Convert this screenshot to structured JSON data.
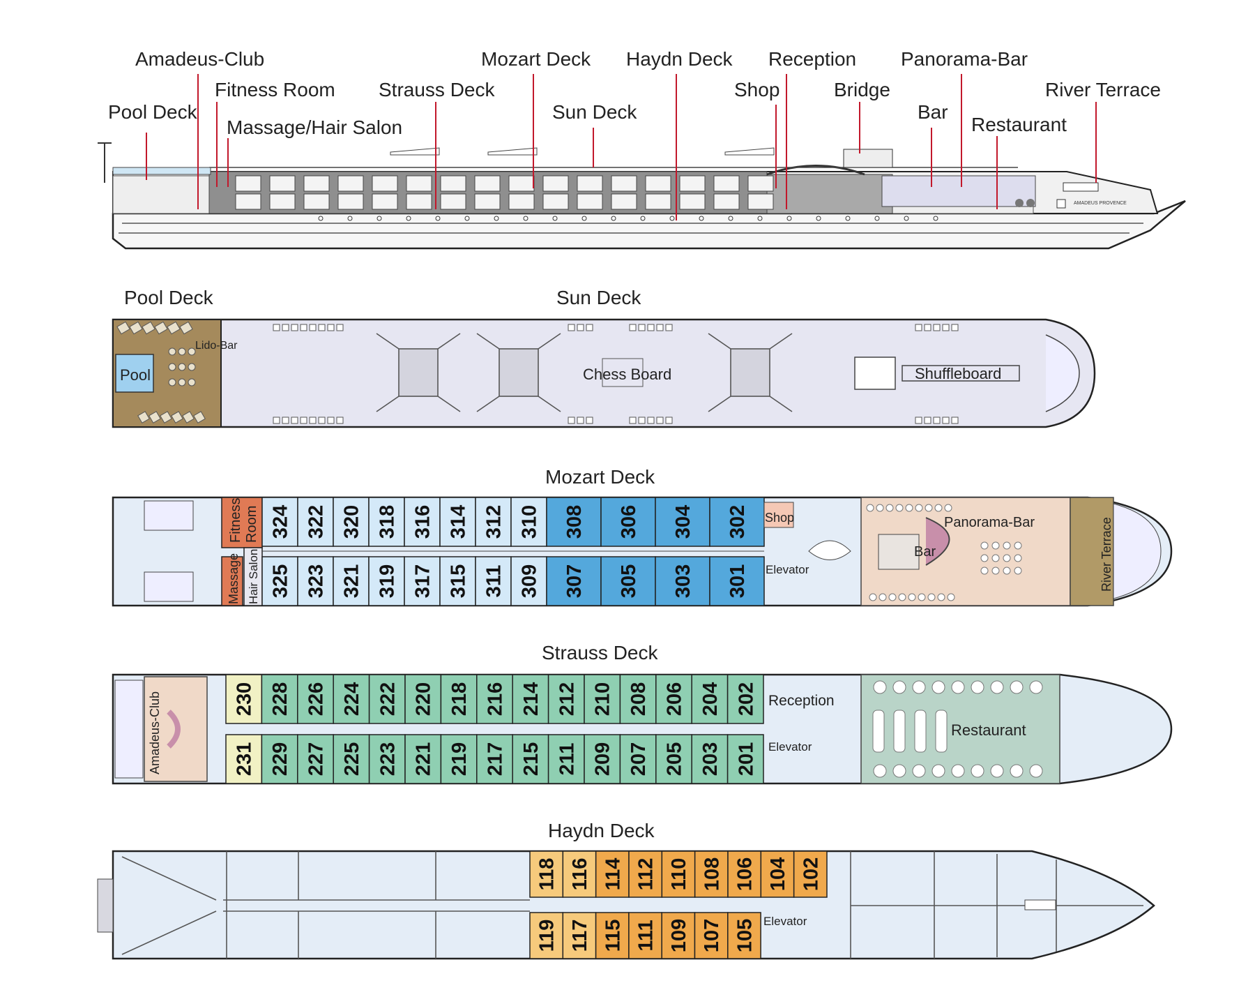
{
  "profile_labels": {
    "pool_deck": "Pool Deck",
    "amadeus_club": "Amadeus-Club",
    "fitness_room": "Fitness Room",
    "massage_hair_salon": "Massage/Hair Salon",
    "strauss_deck": "Strauss Deck",
    "mozart_deck": "Mozart Deck",
    "sun_deck": "Sun Deck",
    "haydn_deck": "Haydn Deck",
    "shop": "Shop",
    "reception": "Reception",
    "bridge": "Bridge",
    "bar": "Bar",
    "panorama_bar": "Panorama-Bar",
    "restaurant": "Restaurant",
    "river_terrace": "River Terrace"
  },
  "ship_name": "AMADEUS PROVENCE",
  "sun_deck": {
    "title_pool": "Pool Deck",
    "title_sun": "Sun Deck",
    "pool": "Pool",
    "lido_bar": "Lido-Bar",
    "chess_board": "Chess Board",
    "shuffleboard": "Shuffleboard"
  },
  "mozart_deck": {
    "title": "Mozart Deck",
    "fitness": "Fitness",
    "room": "Room",
    "massage": "Massage",
    "hair_salon": "Hair Salon",
    "shop": "Shop",
    "elevator": "Elevator",
    "panorama_bar": "Panorama-Bar",
    "bar": "Bar",
    "river_terrace": "River Terrace",
    "cabins_top": [
      "324",
      "322",
      "320",
      "318",
      "316",
      "314",
      "312",
      "310",
      "308",
      "306",
      "304",
      "302"
    ],
    "cabins_bottom": [
      "325",
      "323",
      "321",
      "319",
      "317",
      "315",
      "311",
      "309",
      "307",
      "305",
      "303",
      "301"
    ]
  },
  "strauss_deck": {
    "title": "Strauss Deck",
    "amadeus_club": "Amadeus-Club",
    "reception": "Reception",
    "elevator": "Elevator",
    "restaurant": "Restaurant",
    "cabins_top": [
      "230",
      "228",
      "226",
      "224",
      "222",
      "220",
      "218",
      "216",
      "214",
      "212",
      "210",
      "208",
      "206",
      "204",
      "202"
    ],
    "cabins_bottom": [
      "231",
      "229",
      "227",
      "225",
      "223",
      "221",
      "219",
      "217",
      "215",
      "211",
      "209",
      "207",
      "205",
      "203",
      "201"
    ]
  },
  "haydn_deck": {
    "title": "Haydn Deck",
    "elevator": "Elevator",
    "cabins_top": [
      "118",
      "116",
      "114",
      "112",
      "110",
      "108",
      "106",
      "104",
      "102"
    ],
    "cabins_bottom": [
      "119",
      "117",
      "115",
      "111",
      "109",
      "107",
      "105"
    ]
  },
  "colors": {
    "mozart_light": "#d4e9f8",
    "mozart_dark": "#54a8dc",
    "strauss_cabin": "#8fcfb2",
    "strauss_yellow": "#f1f1c4",
    "haydn_light": "#f6ca7c",
    "haydn_dark": "#f0a94c",
    "fitness": "#e07a55",
    "wood": "#a58a5c",
    "pool": "#9fd0ef",
    "leader": "#c2182b"
  }
}
